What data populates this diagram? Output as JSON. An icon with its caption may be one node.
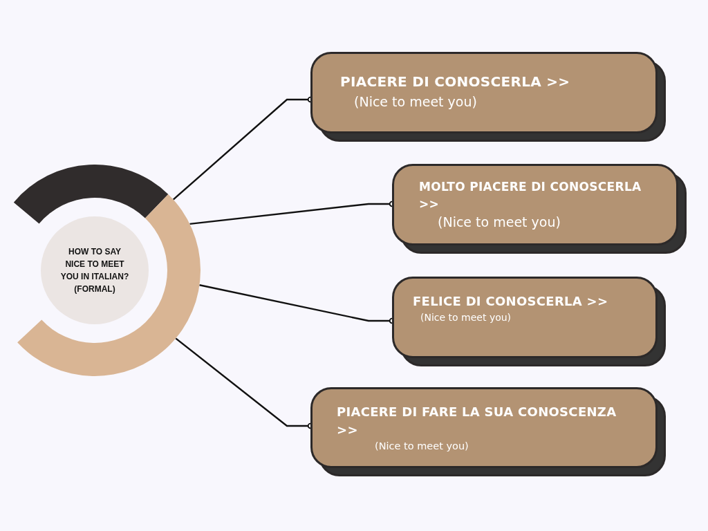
{
  "diagram": {
    "nodes": [
      {
        "text": [],
        "shape": "circle"
      },
      {
        "text": [
          "HOW TO SAY NICE TO MEET YOU IN ITALIAN? (FORMAL)"
        ],
        "in": 0
      },
      {
        "text": [
          "PIACERE DI CONOSCERLA >>",
          "(Nice to meet you)"
        ]
      },
      {
        "text": [
          "MOLTO PIACERE DI CONOSCERLA >>",
          "(Nice to meet you)"
        ]
      },
      {
        "text": [
          "FELICE DI CONOSCERLA >>",
          "(Nice to meet you)"
        ]
      },
      {
        "text": [
          "PIACERE DI FARE LA SUA CONOSCENZA >>",
          "(Nice to meet you)"
        ]
      }
    ],
    "edges": [
      {
        "from": 0,
        "to": 2,
        "arrow": "other"
      },
      {
        "from": 0,
        "to": 3,
        "arrow": "other"
      },
      {
        "from": 0,
        "to": 4,
        "arrow": "other"
      },
      {
        "from": 0,
        "to": 5,
        "arrow": "other"
      }
    ]
  }
}
